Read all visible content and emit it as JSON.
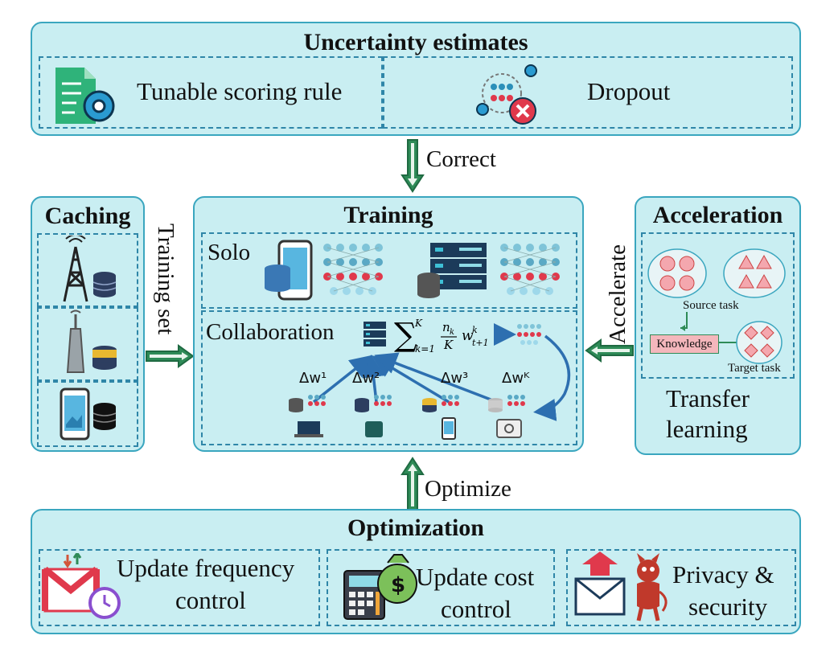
{
  "uncertainty": {
    "title": "Uncertainty estimates",
    "left_label": "Tunable scoring rule",
    "right_label": "Dropout"
  },
  "arrows": {
    "correct": "Correct",
    "optimize": "Optimize",
    "training_set": "Training set",
    "accelerate": "Accelerate"
  },
  "caching": {
    "title": "Caching"
  },
  "training": {
    "title": "Training",
    "solo": "Solo",
    "collaboration": "Collaboration",
    "deltas": [
      "Δw¹",
      "Δw²",
      "Δw³",
      "Δwᴷ"
    ]
  },
  "acceleration": {
    "title": "Acceleration",
    "source_task": "Source task",
    "knowledge": "Knowledge",
    "target_task": "Target task",
    "transfer_line1": "Transfer",
    "transfer_line2": "learning"
  },
  "optimization": {
    "title": "Optimization",
    "item1_line1": "Update frequency",
    "item1_line2": "control",
    "item2_line1": "Update cost",
    "item2_line2": "control",
    "item3_line1": "Privacy &",
    "item3_line2": "security"
  }
}
